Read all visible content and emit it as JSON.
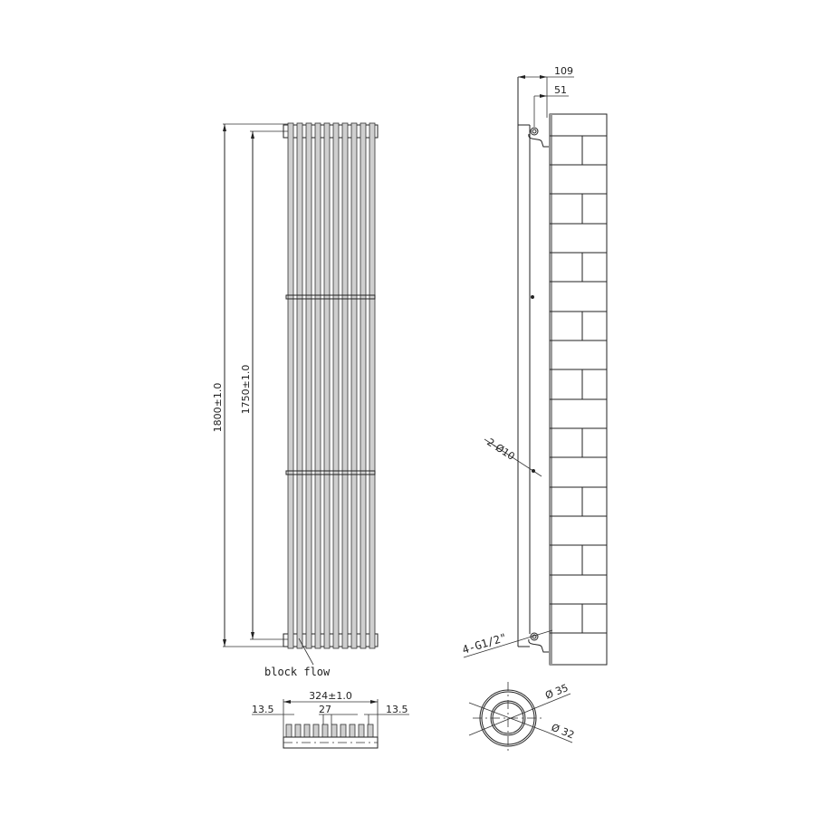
{
  "front_view": {
    "height_overall": "1800±1.0",
    "height_centers": "1750±1.0",
    "column_count": 10,
    "note_block_flow": "block flow"
  },
  "side_view": {
    "depth_overall": "109",
    "depth_to_center": "51",
    "bracket_holes": "2-Ø10",
    "connections": "4-G1/2\""
  },
  "plan_view": {
    "width_overall": "324±1.0",
    "edge_left": "13.5",
    "pitch": "27",
    "edge_right": "13.5"
  },
  "section_view": {
    "outer_diameter": "Ø 35",
    "inner_diameter": "Ø 32"
  }
}
